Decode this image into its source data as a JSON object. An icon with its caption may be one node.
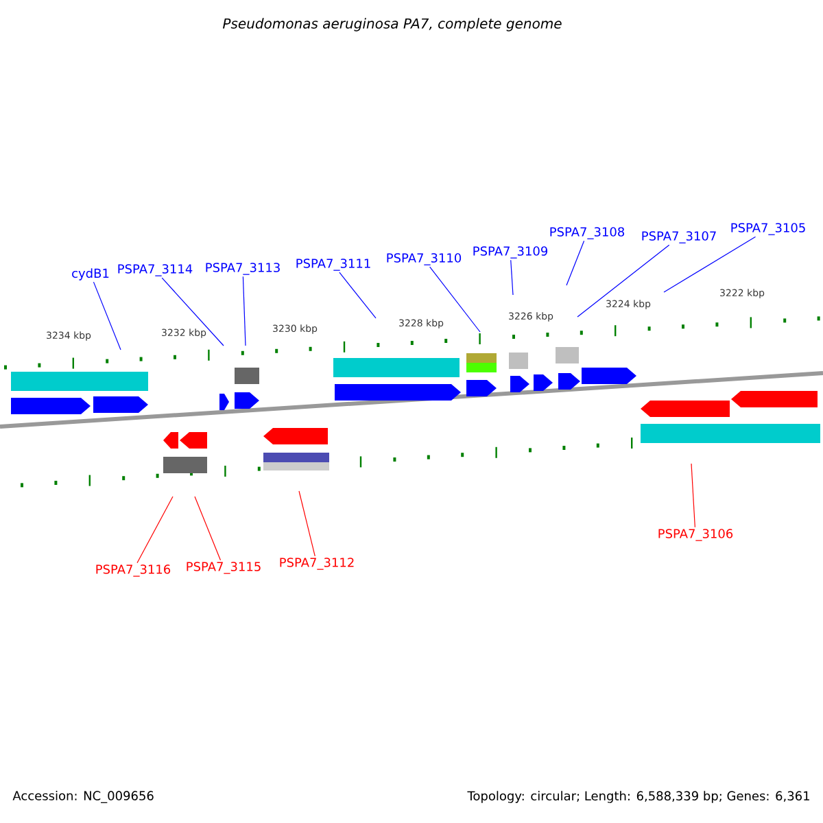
{
  "diagram": {
    "title": "Pseudomonas aeruginosa PA7, complete genome",
    "nodes": [
      {
        "text": [
          "cydB1"
        ]
      },
      {
        "text": [
          "PSPA7_3114"
        ]
      },
      {
        "text": [
          "PSPA7_3113"
        ]
      },
      {
        "text": [
          "PSPA7_3111"
        ]
      },
      {
        "text": [
          "PSPA7_3110"
        ]
      },
      {
        "text": [
          "PSPA7_3109"
        ]
      },
      {
        "text": [
          "PSPA7_3108"
        ]
      },
      {
        "text": [
          "PSPA7_3107"
        ]
      },
      {
        "text": [
          "PSPA7_3105"
        ]
      },
      {
        "text": [
          "PSPA7_3106"
        ]
      },
      {
        "text": [
          "PSPA7_3116"
        ]
      },
      {
        "text": [
          "PSPA7_3115"
        ]
      },
      {
        "text": [
          "PSPA7_3112"
        ]
      }
    ],
    "edges": [
      {
        "from": 0,
        "to": null,
        "arrow": "none"
      },
      {
        "from": 1,
        "to": null,
        "arrow": "none"
      },
      {
        "from": 2,
        "to": null,
        "arrow": "none"
      },
      {
        "from": 3,
        "to": null,
        "arrow": "none"
      },
      {
        "from": 4,
        "to": null,
        "arrow": "none"
      },
      {
        "from": 5,
        "to": null,
        "arrow": "none"
      },
      {
        "from": 6,
        "to": null,
        "arrow": "none"
      },
      {
        "from": 7,
        "to": null,
        "arrow": "none"
      },
      {
        "from": 8,
        "to": null,
        "arrow": "none"
      },
      {
        "from": 9,
        "to": null,
        "arrow": "none",
        "color": "#ff0000"
      },
      {
        "from": 10,
        "to": null,
        "arrow": "none",
        "color": "#ff0000"
      },
      {
        "from": 11,
        "to": null,
        "arrow": "none",
        "color": "#ff0000"
      },
      {
        "from": 12,
        "to": null,
        "arrow": "none",
        "color": "#ff0000"
      }
    ],
    "labels": [
      "3222 kbp",
      "3224 kbp",
      "3226 kbp",
      "3228 kbp",
      "3230 kbp",
      "3232 kbp",
      "3234 kbp",
      "Accession: NC_009656",
      "Topology: circular; Length: 6,588,339 bp; Genes: 6,361"
    ]
  }
}
